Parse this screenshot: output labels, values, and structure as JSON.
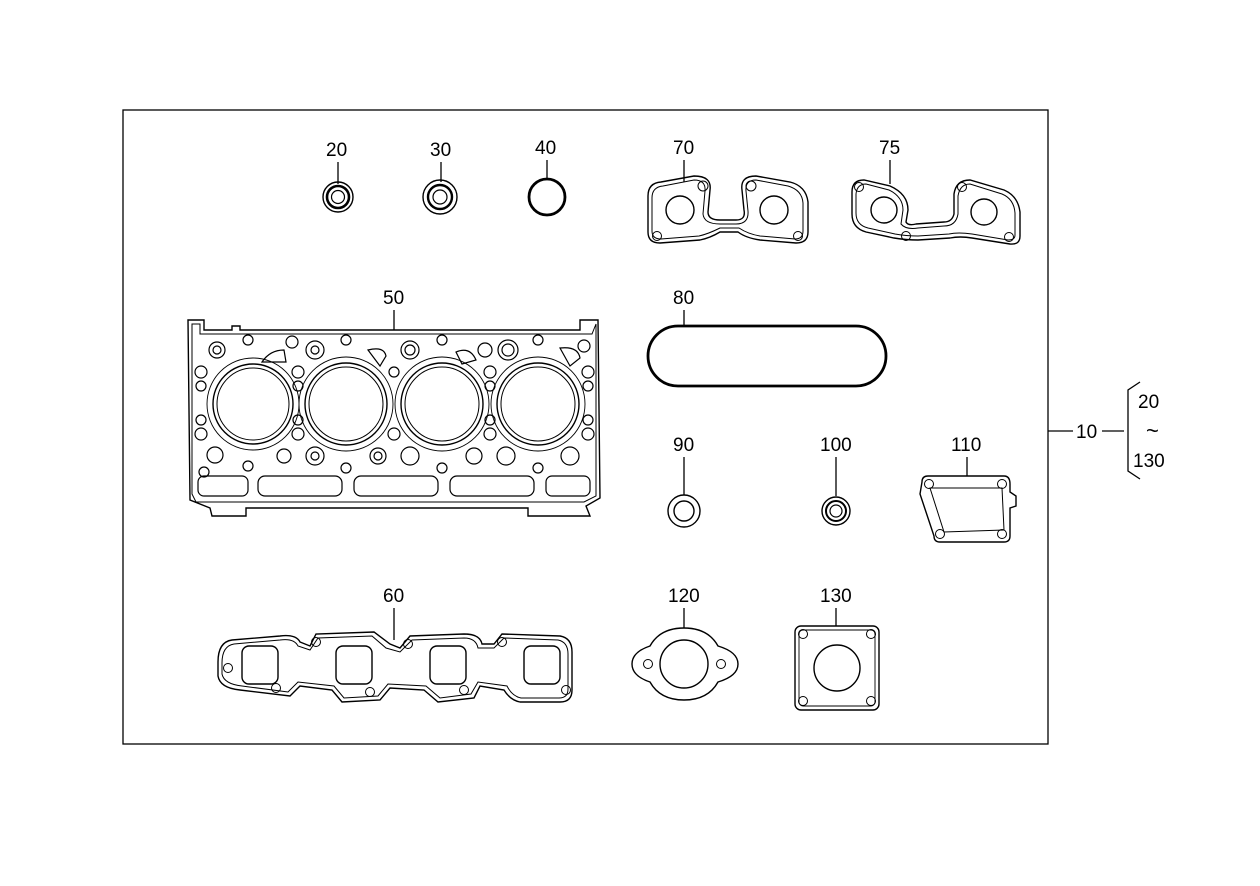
{
  "callouts": {
    "p20": "20",
    "p30": "30",
    "p40": "40",
    "p50": "50",
    "p60": "60",
    "p70": "70",
    "p75": "75",
    "p80": "80",
    "p90": "90",
    "p100": "100",
    "p110": "110",
    "p120": "120",
    "p130": "130"
  },
  "kit": {
    "ref": "10",
    "range_start": "20",
    "range_sep": "~",
    "range_end": "130"
  }
}
